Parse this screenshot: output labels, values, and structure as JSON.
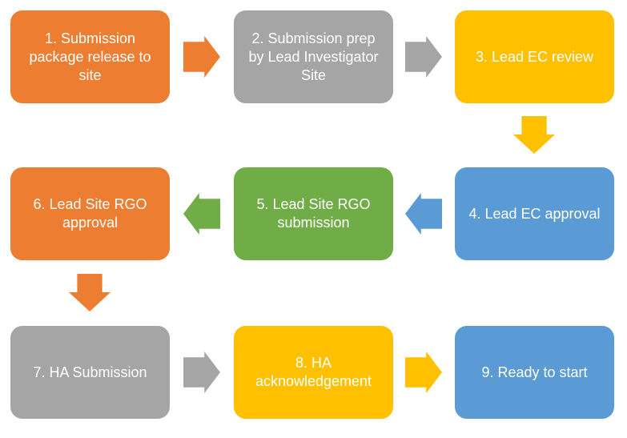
{
  "palette": {
    "orange": "#ED7D31",
    "gray": "#A5A5A5",
    "yellow": "#FFC000",
    "blue": "#5B9BD5",
    "green": "#70AD47",
    "text": "#FFFFFF",
    "background": "#FFFFFF"
  },
  "steps": [
    {
      "label": "1. Submission package release to site",
      "color": "orange"
    },
    {
      "label": "2. Submission prep by Lead Investigator Site",
      "color": "gray"
    },
    {
      "label": "3. Lead EC review",
      "color": "yellow"
    },
    {
      "label": "4. Lead EC approval",
      "color": "blue"
    },
    {
      "label": "5. Lead Site RGO submission",
      "color": "green"
    },
    {
      "label": "6. Lead Site RGO approval",
      "color": "orange"
    },
    {
      "label": "7. HA Submission",
      "color": "gray"
    },
    {
      "label": "8. HA acknowledgement",
      "color": "yellow"
    },
    {
      "label": "9. Ready to start",
      "color": "blue"
    }
  ],
  "arrows": [
    {
      "from": 1,
      "to": 2,
      "direction": "right",
      "color": "orange"
    },
    {
      "from": 2,
      "to": 3,
      "direction": "right",
      "color": "gray"
    },
    {
      "from": 3,
      "to": 4,
      "direction": "down",
      "color": "yellow"
    },
    {
      "from": 4,
      "to": 5,
      "direction": "left",
      "color": "blue"
    },
    {
      "from": 5,
      "to": 6,
      "direction": "left",
      "color": "green"
    },
    {
      "from": 6,
      "to": 7,
      "direction": "down",
      "color": "orange"
    },
    {
      "from": 7,
      "to": 8,
      "direction": "right",
      "color": "gray"
    },
    {
      "from": 8,
      "to": 9,
      "direction": "right",
      "color": "yellow"
    }
  ]
}
